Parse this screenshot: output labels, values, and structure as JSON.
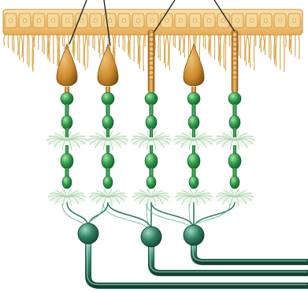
{
  "figure": {
    "subject": "retinal-layers",
    "colors": {
      "background": "#ffffff",
      "epithelium": "#f0c070",
      "epithelium_edge": "#c8903a",
      "pigment_cell": "#f6d79a",
      "villi": "#d59a35",
      "rod_cone": "#c9892c",
      "rod_cone_dark": "#7a4a10",
      "neuron": "#2f9a4a",
      "neuron_dark": "#0e5a22",
      "neuron_light": "#8ee09a",
      "dendrite": "#cfe8cf",
      "axon": "#3f8a70",
      "axon_dark": "#1d5a48",
      "pointer_line": "#222222"
    },
    "receptors": [
      "cone",
      "cone",
      "rod",
      "cone",
      "rod"
    ],
    "ganglion_cells": 3,
    "axon_bundle_lines": 3
  }
}
